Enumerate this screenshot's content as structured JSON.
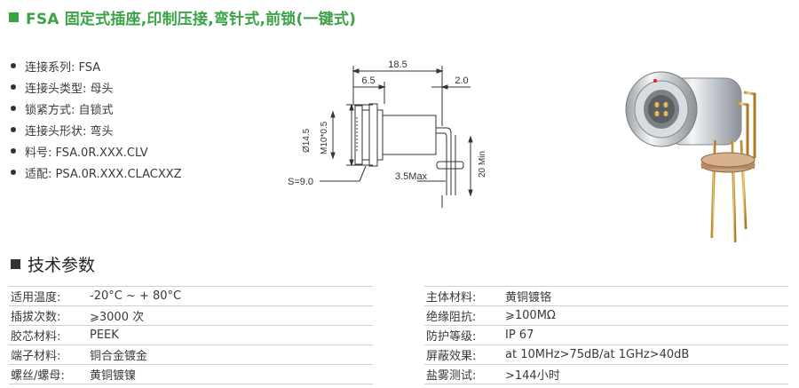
{
  "header": {
    "title": "FSA 固定式插座,印制压接,弯针式,前锁(一键式)",
    "accent_color": "#3aa345"
  },
  "features": [
    {
      "label": "连接系列: FSA"
    },
    {
      "label": "连接头类型: 母头"
    },
    {
      "label": "锁紧方式: 自锁式"
    },
    {
      "label": "连接头形状: 弯头"
    },
    {
      "label": "料号:  FSA.0R.XXX.CLV"
    },
    {
      "label": "适配: PSA.0R.XXX.CLACXXZ"
    }
  ],
  "drawing": {
    "dim_total": "18.5",
    "dim_left": "6.5",
    "dim_right": "2.0",
    "dim_dia": "Ø14.5",
    "dim_thread": "M10*0.5",
    "dim_s": "S=9.0",
    "dim_max": "3.5Max",
    "dim_min": "20 Min"
  },
  "specs_title": "技术参数",
  "specs_left": [
    {
      "k": "适用温度:",
      "v": "-20°C  ~ + 80°C"
    },
    {
      "k": "插拔次数:",
      "v": "⩾3000 次"
    },
    {
      "k": "胶芯材料:",
      "v": "PEEK"
    },
    {
      "k": "端子材料:",
      "v": "铜合金镀金"
    },
    {
      "k": "螺丝/螺母:",
      "v": "黄铜镀镍"
    }
  ],
  "specs_right": [
    {
      "k": "主体材料:",
      "v": "黄铜镀铬"
    },
    {
      "k": "绝缘阻抗:",
      "v": "⩾100MΩ"
    },
    {
      "k": "防护等级:",
      "v": "IP 67"
    },
    {
      "k": "屏蔽效果:",
      "v": "at 10MHz>75dB/at 1GHz>40dB"
    },
    {
      "k": "盐雾测试:",
      "v": ">144小时"
    }
  ]
}
